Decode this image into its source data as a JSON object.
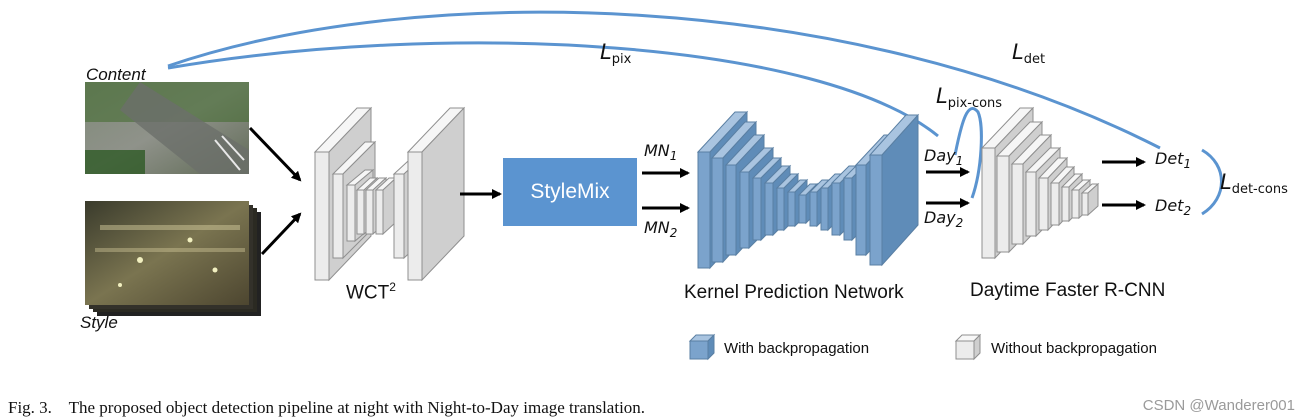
{
  "inputs": {
    "content_label": "Content",
    "style_label": "Style"
  },
  "encoder": {
    "label": "WCT",
    "sup": "2"
  },
  "stylemix": {
    "label": "StyleMix"
  },
  "mixes": {
    "mn1_base": "MN",
    "mn1_sub": "1",
    "mn2_base": "MN",
    "mn2_sub": "2"
  },
  "kpn": {
    "label": "Kernel Prediction Network"
  },
  "day_outputs": {
    "day1_base": "Day",
    "day1_sub": "1",
    "day2_base": "Day",
    "day2_sub": "2"
  },
  "detector": {
    "label": "Daytime Faster R-CNN"
  },
  "detections": {
    "det1_base": "Det",
    "det1_sub": "1",
    "det2_base": "Det",
    "det2_sub": "2"
  },
  "losses": {
    "pix_base": "L",
    "pix_sub": "pix",
    "det_base": "L",
    "det_sub": "det",
    "pixcons_base": "L",
    "pixcons_sub": "pix-cons",
    "detcons_base": "L",
    "detcons_sub": "det-cons"
  },
  "legend": {
    "with_bp": "With backpropagation",
    "without_bp": "Without backpropagation"
  },
  "caption": "Fig. 3.    The proposed object detection pipeline at night with Night-to-Day image translation.",
  "watermark": "CSDN @Wanderer001",
  "colors": {
    "blue": "#5b94d0",
    "block_blue": "#7ba3cc",
    "block_gray": "#dcdcdc",
    "loss_curve": "#5b94d0"
  }
}
